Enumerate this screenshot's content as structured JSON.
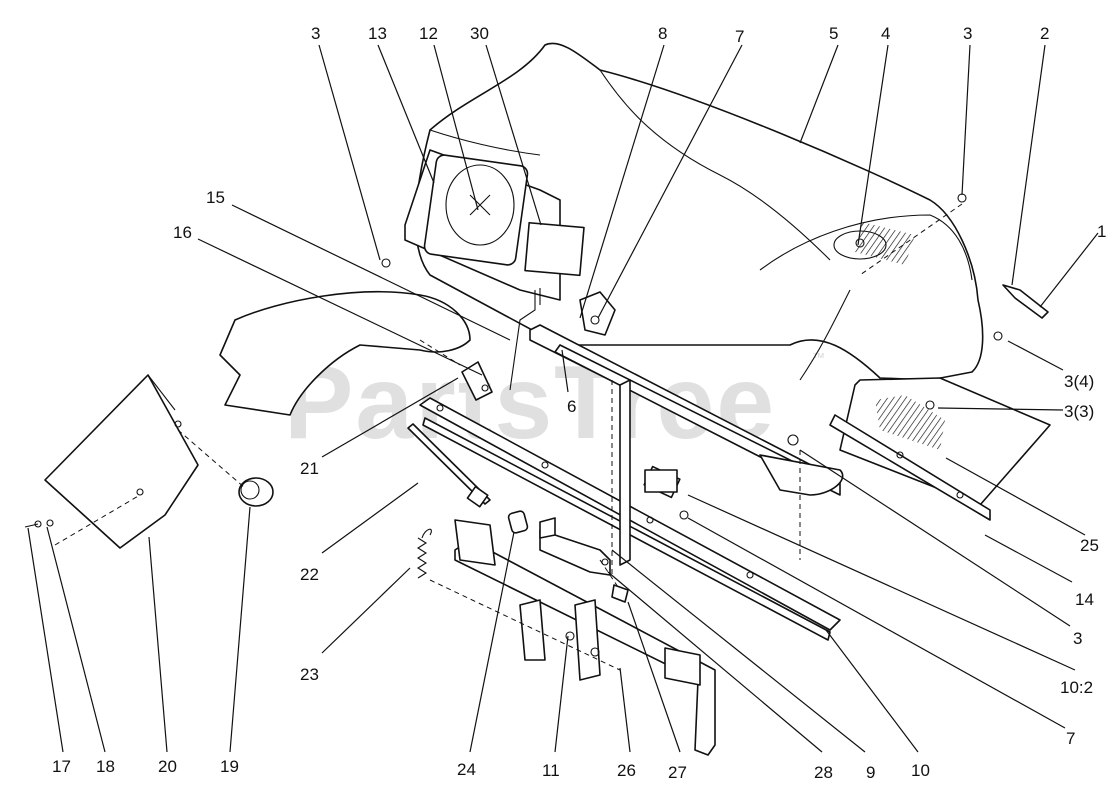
{
  "watermark": {
    "text": "PartsTree",
    "trademark": "™"
  },
  "callouts": [
    {
      "id": "c-3-top-left",
      "label": "3"
    },
    {
      "id": "c-13",
      "label": "13"
    },
    {
      "id": "c-12",
      "label": "12"
    },
    {
      "id": "c-30",
      "label": "30"
    },
    {
      "id": "c-8",
      "label": "8"
    },
    {
      "id": "c-7-top",
      "label": "7"
    },
    {
      "id": "c-5",
      "label": "5"
    },
    {
      "id": "c-4",
      "label": "4"
    },
    {
      "id": "c-3-top-right",
      "label": "3"
    },
    {
      "id": "c-2",
      "label": "2"
    },
    {
      "id": "c-1",
      "label": "1"
    },
    {
      "id": "c-15",
      "label": "15"
    },
    {
      "id": "c-16",
      "label": "16"
    },
    {
      "id": "c-3-4",
      "label": "3(4)"
    },
    {
      "id": "c-3-3",
      "label": "3(3)"
    },
    {
      "id": "c-6",
      "label": "6"
    },
    {
      "id": "c-21",
      "label": "21"
    },
    {
      "id": "c-22",
      "label": "22"
    },
    {
      "id": "c-25",
      "label": "25"
    },
    {
      "id": "c-14",
      "label": "14"
    },
    {
      "id": "c-23",
      "label": "23"
    },
    {
      "id": "c-3-right",
      "label": "3"
    },
    {
      "id": "c-10-2",
      "label": "10:2"
    },
    {
      "id": "c-7-bottom",
      "label": "7"
    },
    {
      "id": "c-17",
      "label": "17"
    },
    {
      "id": "c-18",
      "label": "18"
    },
    {
      "id": "c-20",
      "label": "20"
    },
    {
      "id": "c-19",
      "label": "19"
    },
    {
      "id": "c-24",
      "label": "24"
    },
    {
      "id": "c-11",
      "label": "11"
    },
    {
      "id": "c-26",
      "label": "26"
    },
    {
      "id": "c-27",
      "label": "27"
    },
    {
      "id": "c-28",
      "label": "28"
    },
    {
      "id": "c-9",
      "label": "9"
    },
    {
      "id": "c-10",
      "label": "10"
    }
  ]
}
